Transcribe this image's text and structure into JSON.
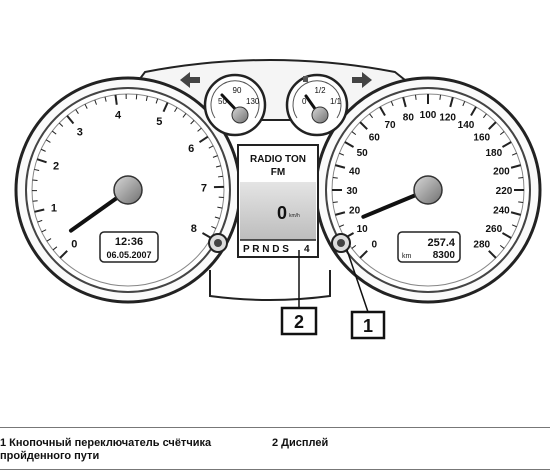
{
  "tachometer": {
    "scale": [
      "0",
      "1",
      "2",
      "3",
      "4",
      "5",
      "6",
      "7",
      "8"
    ],
    "needle_value": 0.3,
    "time": "12:36",
    "date": "06.05.2007"
  },
  "speedometer": {
    "scale": [
      "0",
      "10",
      "20",
      "30",
      "40",
      "50",
      "60",
      "70",
      "80",
      "100",
      "120",
      "140",
      "160",
      "180",
      "200",
      "220",
      "240",
      "260",
      "280"
    ],
    "needle_value": 15,
    "trip": "257.4",
    "unit": "km",
    "odometer": "8300"
  },
  "temp_gauge": {
    "low": "50",
    "mid": "90",
    "high": "130"
  },
  "fuel_gauge": {
    "low": "0",
    "mid": "1/2",
    "high": "1/1"
  },
  "display": {
    "line1": "RADIO TON",
    "line2": "FM",
    "speed": "0",
    "speed_unit": "km/h",
    "gears": "P R N D S",
    "gear_num": "4"
  },
  "callouts": [
    {
      "number": "1"
    },
    {
      "number": "2"
    }
  ],
  "captions": {
    "item1": "1 Кнопочный переключатель счётчика пройденного пути",
    "item2": "2 Дисплей"
  }
}
